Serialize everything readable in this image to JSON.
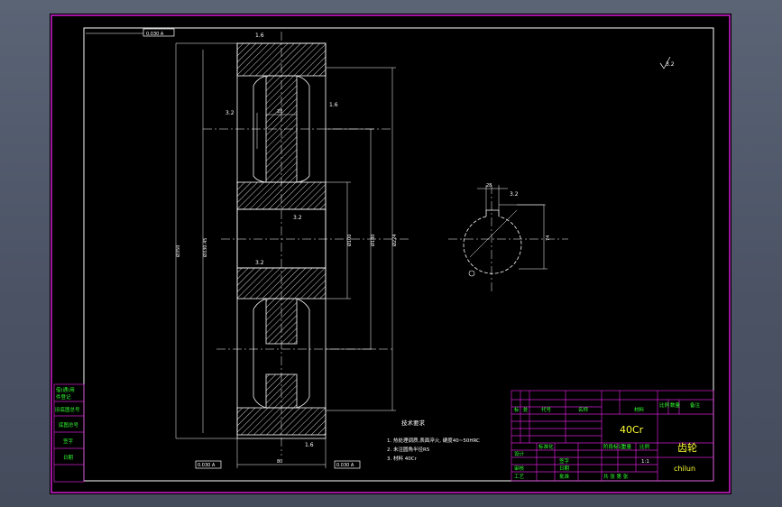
{
  "drawing": {
    "colors": {
      "background": "#000000",
      "frame": "#d21ed2",
      "line": "#ffffff",
      "text_green": "#33ff33",
      "text_yellow": "#ffff33",
      "center_line": "#ffffff"
    },
    "roughness_symbol": "3.2",
    "roughness_marks": [
      "1.6",
      "3.2",
      "1.6",
      "3.2",
      "3.2",
      "1.6",
      "3.2"
    ],
    "datum_tags": [
      "0.030 A",
      "0.030 A",
      "0.030 A"
    ],
    "dims": {
      "bore_v": "Ø100",
      "rim_v": "Ø180",
      "outer_v": "Ø350",
      "pitch_v": "Ø330.45",
      "face_width": "80",
      "keyway_width": "28",
      "keyway_depth": "74",
      "hub_width": "28",
      "bore_depth": "Ø224"
    },
    "tech_req": {
      "title": "技术要求",
      "items": [
        "1. 热处理调质,表面淬火,  硬度40~50HRC",
        "2. 未注圆角半径R5",
        "3. 材料 40Cr"
      ]
    },
    "title_block": {
      "material": "40Cr",
      "part_name": "齿轮",
      "part_name_pinyin": "chilun",
      "header_cells": [
        "标",
        "处",
        "代号",
        "名称",
        "材料"
      ],
      "right_header": [
        "比例",
        "数量",
        "备注"
      ],
      "rows": [
        "设计",
        "审核",
        "工艺"
      ],
      "sub_cells": [
        "标准化",
        "签字",
        "日期",
        "批准"
      ],
      "stage_cells": [
        "阶段标记",
        "重量",
        "比例"
      ],
      "sheet": "共 张 第 张",
      "scale": "1:1"
    },
    "left_stamp": [
      "借(通)用",
      "件登记",
      "旧底图总号",
      "底图总号",
      "签字",
      "日期"
    ]
  }
}
